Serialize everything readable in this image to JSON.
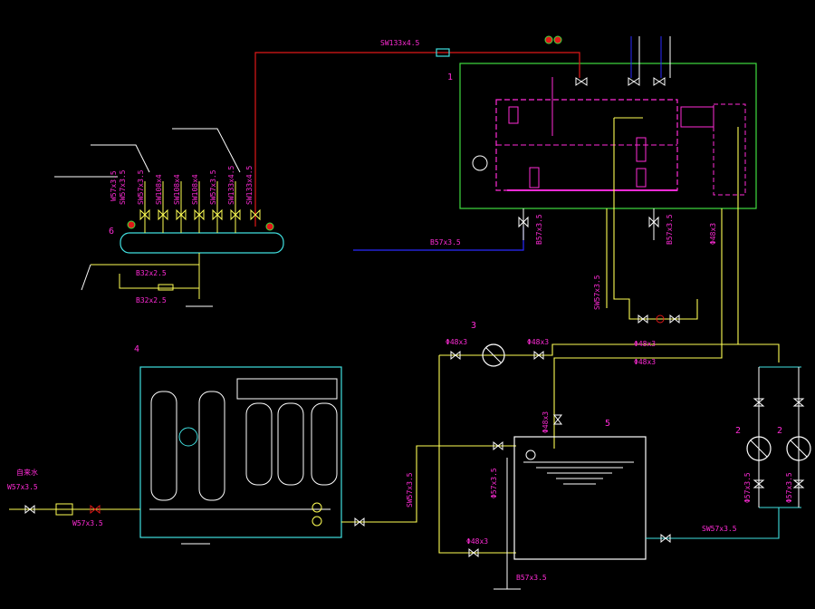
{
  "colors": {
    "background": "#000000",
    "equipment_frame": "#3fdc3f",
    "boiler": "#ff2bd6",
    "steam_line": "#e01818",
    "water_line": "#ffff55",
    "blue_line": "#2a2aff",
    "cyan": "#40e0e0",
    "white": "#ffffff",
    "label": "#ff2bd6"
  },
  "labels": {
    "top_steam_pipe": "SW133x4.5",
    "manifold_pipe_1": "SW57x3.5",
    "manifold_pipe_2": "SW57x3.5",
    "manifold_pipe_3": "SW108x4",
    "manifold_pipe_4": "SW108x4",
    "manifold_pipe_5": "SW108x4",
    "manifold_pipe_6": "SW57x3.5",
    "manifold_pipe_7": "SW133x4.5",
    "manifold_pipe_8": "SW133x4.5",
    "drain_pipe_1": "B32x2.5",
    "drain_pipe_2": "B32x2.5",
    "blowdown_pipe": "B57x3.5",
    "boiler_outlet_1": "B57x3.5",
    "boiler_outlet_2": "B57x3.5",
    "supply_pipe": "SW57x3.5",
    "right_pipe": "Φ48x3",
    "pump_line_1": "Φ48x3",
    "pump_line_2": "Φ48x3",
    "return_line_1": "Φ48x3",
    "return_line_2": "Φ48x3",
    "tank_top_pipe": "Φ48x3",
    "tank_left_pipe": "SW57x3.5",
    "tank_inner_pipe": "Φ57x3.5",
    "tank_bottom_pipe": "Φ48x3",
    "tank_drain": "B57x3.5",
    "tank_outlet": "SW57x3.5",
    "feed_in_1": "W57x3.5",
    "feed_in_2": "W57x3.5",
    "pump_a_pipe": "Φ57x3.5",
    "pump_b_pipe": "Φ57x3.5",
    "left_header_note": "W57x3.5",
    "feed_source": "自来水"
  },
  "numbers": {
    "boiler": "1",
    "pump_pair_a": "2",
    "pump_pair_b": "2",
    "pump_single": "3",
    "softener": "4",
    "tank": "5",
    "manifold": "6"
  }
}
